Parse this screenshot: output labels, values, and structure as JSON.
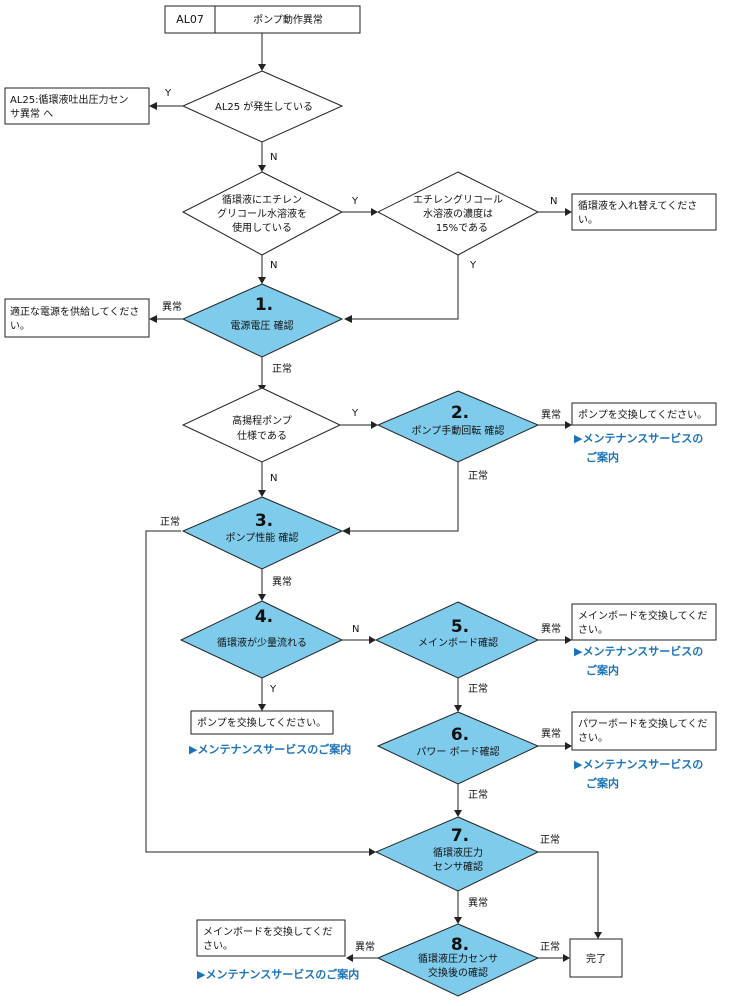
{
  "header": {
    "code": "AL07",
    "title": "ポンプ動作異常"
  },
  "decisions": {
    "al25": "AL25 が発生している",
    "glycol": [
      "循環液にエチレン",
      "グリコール水溶液を",
      "使用している"
    ],
    "conc": [
      "エチレングリコール",
      "水溶液の濃度は",
      "15%である"
    ],
    "highlift": [
      "高揚程ポンプ",
      "仕様である"
    ]
  },
  "steps": {
    "s1": {
      "num": "1.",
      "label": "電源電圧 確認"
    },
    "s2": {
      "num": "2.",
      "label": "ポンプ手動回転 確認"
    },
    "s3": {
      "num": "3.",
      "label": "ポンプ性能 確認"
    },
    "s4": {
      "num": "4.",
      "label": "循環液が少量流れる"
    },
    "s5": {
      "num": "5.",
      "label": "メインボード確認"
    },
    "s6": {
      "num": "6.",
      "label": "パワー ボード確認"
    },
    "s7": {
      "num": "7.",
      "label": [
        "循環液圧力",
        "センサ確認"
      ]
    },
    "s8": {
      "num": "8.",
      "label": [
        "循環液圧力センサ",
        "交換後の確認"
      ]
    }
  },
  "actions": {
    "al25": [
      "AL25:循環液吐出圧力セン",
      "サ異常 へ"
    ],
    "replace_fluid": [
      "循環液を入れ替えてくださ",
      "い。"
    ],
    "supply_power": [
      "適正な電源を供給してくださ",
      "い。"
    ],
    "pump_replace_2": "ポンプを交換してください。",
    "main_board_5": [
      "メインボードを交換してくだ",
      "さい。"
    ],
    "pump_replace_4": "ポンプを交換してください。",
    "power_board_6": [
      "パワーボードを交換してくだ",
      "さい。"
    ],
    "main_board_8": [
      "メインボードを交換してくだ",
      "さい。"
    ],
    "done": "完了"
  },
  "links": {
    "two_line": [
      "▶メンテナンスサービスの",
      "ご案内"
    ],
    "one_line": "▶メンテナンスサービスのご案内"
  },
  "edge_labels": {
    "yes": "Y",
    "no": "N",
    "abnormal": "異常",
    "normal": "正常"
  }
}
